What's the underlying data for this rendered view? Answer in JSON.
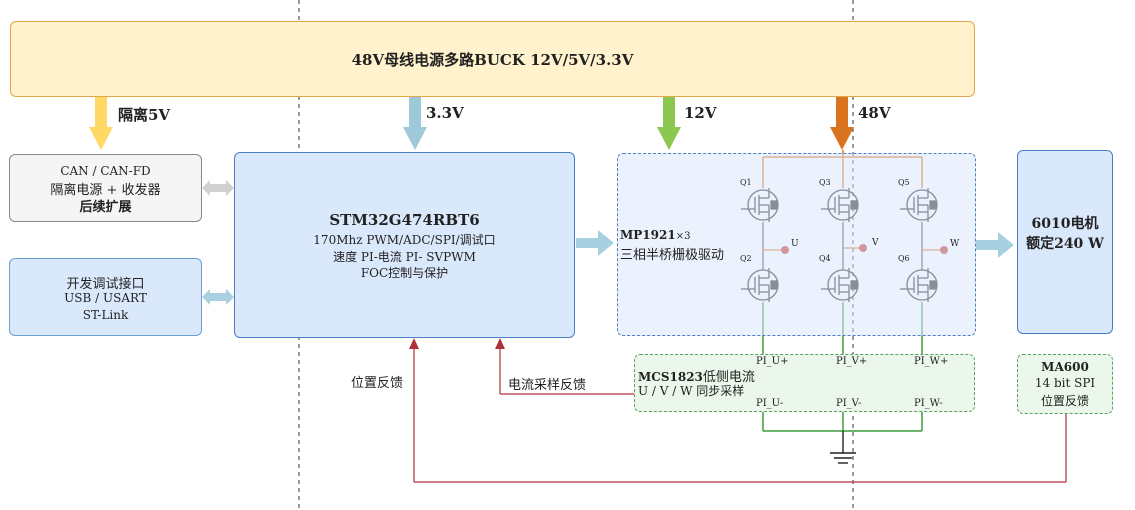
{
  "power_bus": {
    "label": "48V母线电源多路BUCK 12V/5V/3.3V"
  },
  "rails": {
    "iso5v": "隔离5V",
    "v33": "3.3V",
    "v12": "12V",
    "v48": "48V"
  },
  "can_box": {
    "line1": "CAN / CAN-FD",
    "line2": "隔离电源 + 收发器",
    "line3": "后续扩展"
  },
  "debug_box": {
    "line1": "开发调试接口",
    "line2": "USB / USART",
    "line3": "ST-Link"
  },
  "mcu": {
    "title": "STM32G474RBT6",
    "line1": "170Mhz PWM/ADC/SPI/调试口",
    "line2": "速度 PI-电流 PI- SVPWM",
    "line3": "FOC控制与保护"
  },
  "bridge": {
    "driver_part": "MP1921",
    "driver_mult": "×3",
    "driver_desc": "三相半桥栅极驱动",
    "q1": "Q1",
    "q2": "Q2",
    "q3": "Q3",
    "q4": "Q4",
    "q5": "Q5",
    "q6": "Q6",
    "u": "U",
    "v": "V",
    "w": "W"
  },
  "motor": {
    "line1": "6010电机",
    "line2": "额定240 W"
  },
  "current_sense": {
    "part": "MCS1823",
    "desc": "低侧电流",
    "line2": "U / V / W 同步采样",
    "pu_plus": "PI_U+",
    "pv_plus": "PI_V+",
    "pw_plus": "PI_W+",
    "pu_minus": "PI_U-",
    "pv_minus": "PI_V-",
    "pw_minus": "PI_W-"
  },
  "encoder": {
    "part": "MA600",
    "line2": "14 bit SPI",
    "line3": "位置反馈"
  },
  "feedback": {
    "position": "位置反馈",
    "current": "电流采样反馈"
  },
  "colors": {
    "bus_fill": "#fff2cc",
    "bus_border": "#e0a84a",
    "arrow_5v": "#ffd966",
    "arrow_33": "#9dc9d8",
    "arrow_12": "#8cc850",
    "arrow_48": "#d9731e",
    "block_fill": "#dae8fc",
    "block_border": "#4a7fc0",
    "sense_fill": "#eaf7ea",
    "sense_border": "#5aa05a",
    "feedback_line": "#b0303a",
    "mosfet_drain": "#d9731e",
    "sense_line": "#3c9a3c"
  }
}
